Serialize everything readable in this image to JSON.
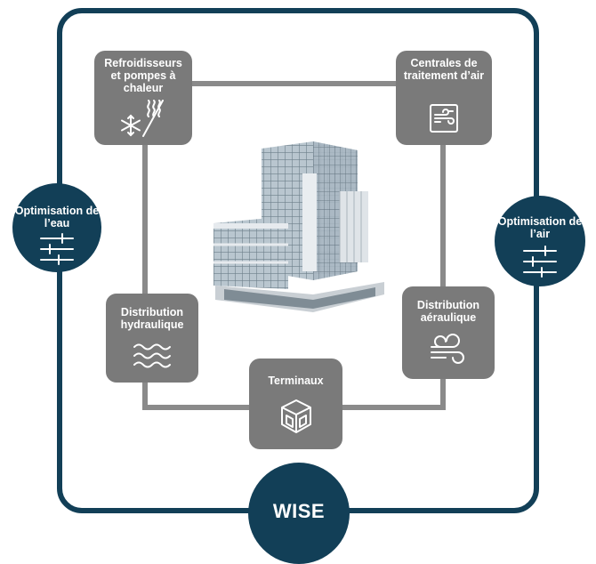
{
  "diagram": {
    "colors": {
      "frame": "#123f57",
      "node": "#7a7a7a",
      "connector": "#8a8a8a",
      "text": "#ffffff"
    },
    "nodes": {
      "chillers": {
        "label": "Refroidisseurs et pompes à chaleur",
        "icon": "snowflake-heat-icon"
      },
      "air_handling": {
        "label": "Centrales de traitement d’air",
        "icon": "air-handling-unit-icon"
      },
      "hydraulic": {
        "label": "Distribution hydraulique",
        "icon": "water-waves-icon"
      },
      "aeraulic": {
        "label": "Distribution aéraulique",
        "icon": "wind-icon"
      },
      "terminals": {
        "label": "Terminaux",
        "icon": "terminal-box-icon"
      }
    },
    "optimizers": {
      "water": {
        "label": "Optimisation de l’eau",
        "icon": "sliders-icon"
      },
      "air": {
        "label": "Optimisation de l’air",
        "icon": "sliders-icon"
      }
    },
    "center_image": "office-building-image",
    "brand": {
      "label": "WISE"
    }
  }
}
